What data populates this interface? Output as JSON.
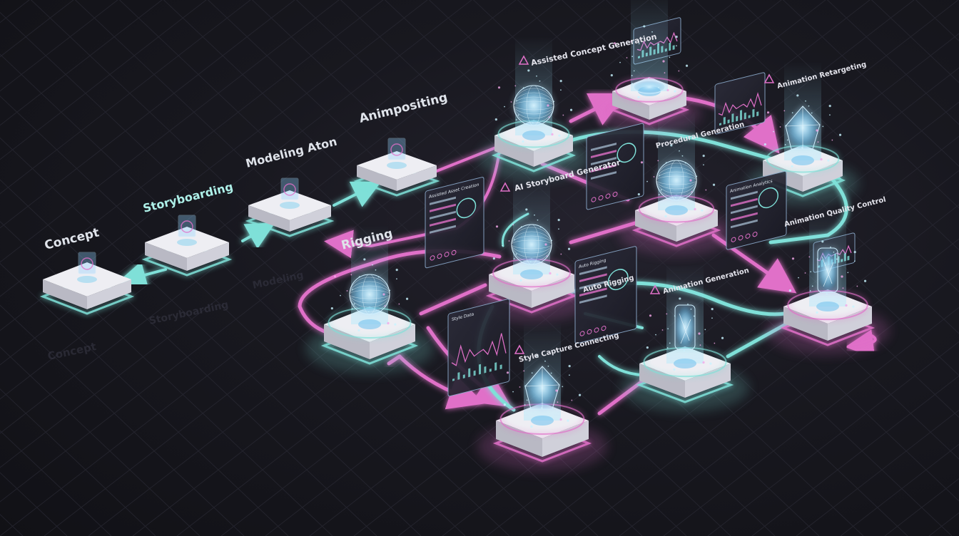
{
  "colors": {
    "background": "#15151b",
    "grid": "#2a2a35",
    "cyan": "#7fe0d8",
    "pink": "#e070c8",
    "platform": "#e8e8ee",
    "holo": "#9fd8ff"
  },
  "linear_pipeline": {
    "stages": [
      {
        "label": "Concept"
      },
      {
        "label": "Storyboarding"
      },
      {
        "label": "Modeling Aton"
      },
      {
        "label": "Animpositing"
      }
    ],
    "reflections": [
      "Concept",
      "Storyboarding",
      "Modeling"
    ],
    "side_label": "Rigging"
  },
  "network": {
    "labels": [
      "Assisted Concept Generation",
      "AI Storyboard Generator",
      "Animation Retargeting",
      "Procedural Generation",
      "Animation Quality Control",
      "Style Capture Connecting",
      "Auto Rigging",
      "Animation Generation"
    ],
    "panels": [
      "Assisted Asset Creation",
      "Auto Rigging",
      "Animation Analytics",
      "Style Data"
    ],
    "icon_names": [
      "warning-triangle-icon",
      "sphere-icon",
      "crystal-icon",
      "mesh-icon",
      "figure-icon",
      "chart-icon"
    ]
  }
}
